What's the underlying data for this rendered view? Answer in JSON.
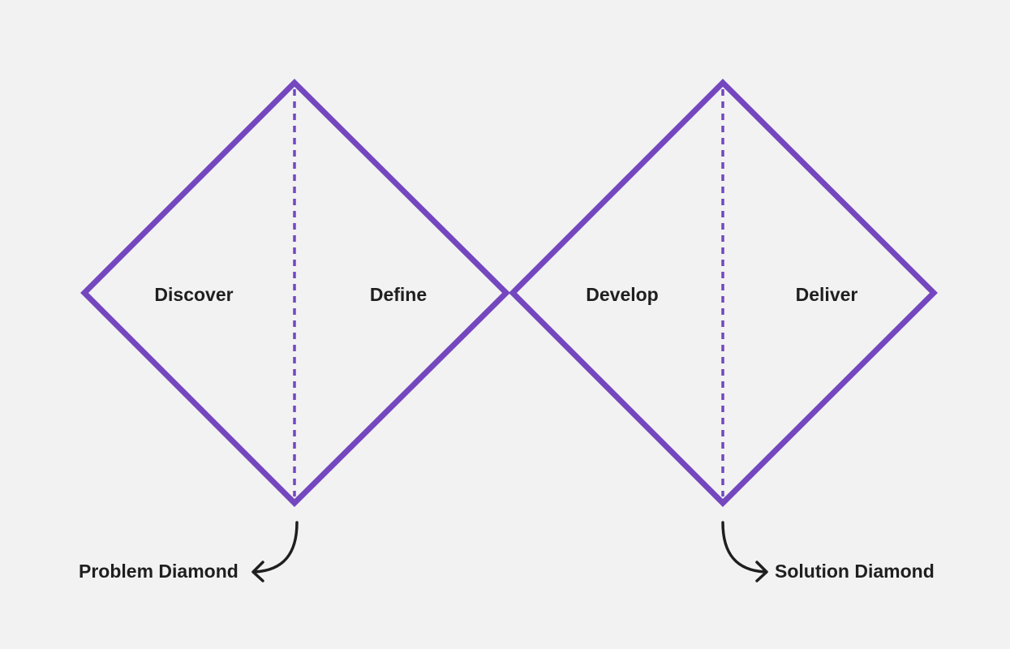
{
  "colors": {
    "background": "#f2f2f2",
    "diamond_stroke": "#7447bf",
    "text": "#1f1f1f",
    "arrow": "#1f1f1f"
  },
  "diamonds": [
    {
      "phases": [
        "Discover",
        "Define"
      ],
      "caption": "Problem Diamond"
    },
    {
      "phases": [
        "Develop",
        "Deliver"
      ],
      "caption": "Solution Diamond"
    }
  ]
}
